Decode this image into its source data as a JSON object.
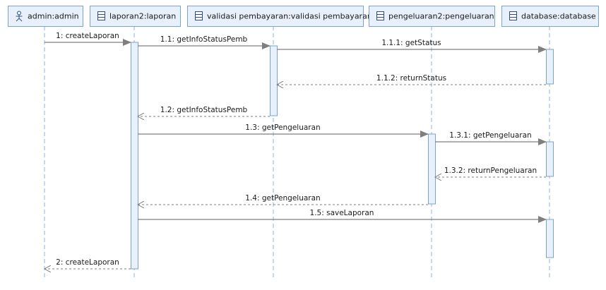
{
  "diagram": {
    "participants": [
      {
        "id": "admin",
        "label": "admin:admin",
        "icon": "actor-icon"
      },
      {
        "id": "laporan",
        "label": "laporan2:laporan",
        "icon": "class-icon"
      },
      {
        "id": "validasi",
        "label": "validasi pembayaran:validasi pembayaran",
        "icon": "class-icon"
      },
      {
        "id": "pengeluaran",
        "label": "pengeluaran2:pengeluaran",
        "icon": "class-icon"
      },
      {
        "id": "database",
        "label": "database:database",
        "icon": "class-icon"
      }
    ],
    "messages": [
      {
        "label": "1: createLaporan",
        "from": "admin",
        "to": "laporan",
        "kind": "call"
      },
      {
        "label": "1.1: getInfoStatusPemb",
        "from": "laporan",
        "to": "validasi",
        "kind": "call"
      },
      {
        "label": "1.1.1: getStatus",
        "from": "validasi",
        "to": "database",
        "kind": "call"
      },
      {
        "label": "1.1.2: returnStatus",
        "from": "database",
        "to": "validasi",
        "kind": "return"
      },
      {
        "label": "1.2: getInfoStatusPemb",
        "from": "validasi",
        "to": "laporan",
        "kind": "return"
      },
      {
        "label": "1.3: getPengeluaran",
        "from": "laporan",
        "to": "pengeluaran",
        "kind": "call"
      },
      {
        "label": "1.3.1: getPengeluaran",
        "from": "pengeluaran",
        "to": "database",
        "kind": "call"
      },
      {
        "label": "1.3.2: returnPengeluaran",
        "from": "database",
        "to": "pengeluaran",
        "kind": "return"
      },
      {
        "label": "1.4: getPengeluaran",
        "from": "pengeluaran",
        "to": "laporan",
        "kind": "return"
      },
      {
        "label": "1.5: saveLaporan",
        "from": "laporan",
        "to": "database",
        "kind": "call"
      },
      {
        "label": "2: createLaporan",
        "from": "laporan",
        "to": "admin",
        "kind": "return"
      }
    ]
  }
}
